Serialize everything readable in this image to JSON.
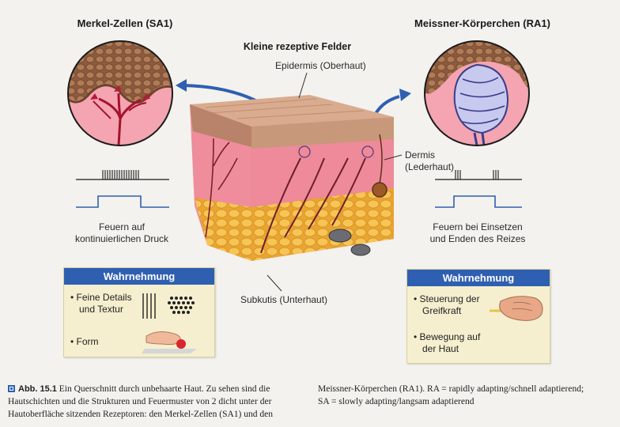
{
  "figure": {
    "left_title": "Merkel-Zellen (SA1)",
    "right_title": "Meissner-Körperchen (RA1)",
    "center_title": "Kleine rezeptive Felder",
    "label_epidermis": "Epidermis (Oberhaut)",
    "label_dermis_line1": "Dermis",
    "label_dermis_line2": "(Lederhaut)",
    "label_subkutis": "Subkutis (Unterhaut)",
    "left_firing_line1": "Feuern auf",
    "left_firing_line2": "kontinuierlichen Druck",
    "right_firing_line1": "Feuern bei Einsetzen",
    "right_firing_line2": "und Enden des Reizes"
  },
  "left_box": {
    "header": "Wahrnehmung",
    "item1_line1": "Feine Details",
    "item1_line2": "und Textur",
    "item2": "Form"
  },
  "right_box": {
    "header": "Wahrnehmung",
    "item1_line1": "Steuerung der",
    "item1_line2": "Greifkraft",
    "item2_line1": "Bewegung auf",
    "item2_line2": "der Haut"
  },
  "caption": {
    "label": "Abb. 15.1",
    "col1_line1": "Ein Querschnitt durch unbehaarte Haut. Zu sehen sind die",
    "col1_line2": "Hautschichten und die Strukturen und Feuermuster von 2 dicht unter der",
    "col1_line3": "Hautoberfläche sitzenden Rezeptoren: den Merkel-Zellen (SA1) und den",
    "col2_line1": "Meissner-Körperchen (RA1). RA = rapidly adapting/schnell adaptierend;",
    "col2_line2": "SA = slowly adapting/langsam adaptierend"
  },
  "colors": {
    "accent_blue": "#2f5fb1",
    "box_bg": "#f6efcf",
    "skin_pink": "#e98a9a",
    "epidermis_brown": "#a97a5c",
    "fat_yellow": "#f2b53c"
  }
}
